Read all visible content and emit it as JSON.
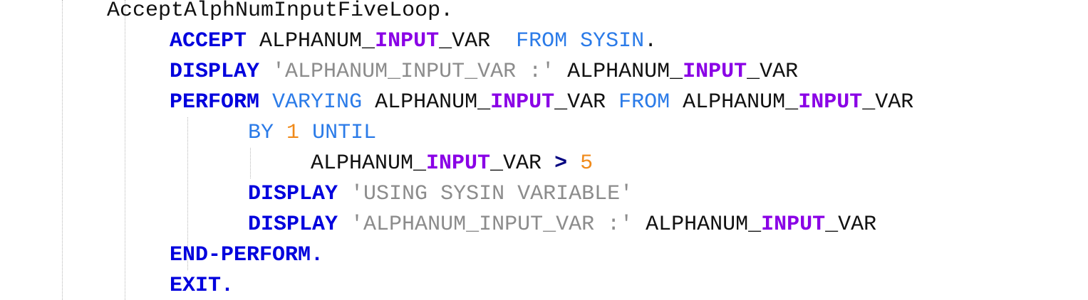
{
  "code_editor": {
    "language": "COBOL",
    "colors": {
      "keyword": "#0000dd",
      "secondary_keyword": "#2b7be8",
      "identifier": "#111111",
      "search_highlight": "#8a00e6",
      "string": "#8c8c8c",
      "number": "#f08a1a",
      "operator": "#000080",
      "indent_guide": "#b8b8b8"
    },
    "lines": [
      {
        "tokens": [
          {
            "text": "AcceptAlphNumInputFiveLoop.",
            "type": "ident"
          }
        ]
      },
      {
        "tokens": [
          {
            "text": "ACCEPT",
            "type": "kw"
          },
          {
            "text": " ALPHANUM_",
            "type": "ident"
          },
          {
            "text": "INPUT",
            "type": "hl"
          },
          {
            "text": "_VAR  ",
            "type": "ident"
          },
          {
            "text": "FROM SYSIN",
            "type": "kw2"
          },
          {
            "text": ".",
            "type": "ident"
          }
        ]
      },
      {
        "tokens": [
          {
            "text": "DISPLAY",
            "type": "kw"
          },
          {
            "text": " ",
            "type": "ident"
          },
          {
            "text": "'ALPHANUM_INPUT_VAR :'",
            "type": "str"
          },
          {
            "text": " ALPHANUM_",
            "type": "ident"
          },
          {
            "text": "INPUT",
            "type": "hl"
          },
          {
            "text": "_VAR",
            "type": "ident"
          }
        ]
      },
      {
        "tokens": [
          {
            "text": "PERFORM",
            "type": "kw"
          },
          {
            "text": " ",
            "type": "ident"
          },
          {
            "text": "VARYING",
            "type": "kw2"
          },
          {
            "text": " ALPHANUM_",
            "type": "ident"
          },
          {
            "text": "INPUT",
            "type": "hl"
          },
          {
            "text": "_VAR ",
            "type": "ident"
          },
          {
            "text": "FROM",
            "type": "kw2"
          },
          {
            "text": " ALPHANUM_",
            "type": "ident"
          },
          {
            "text": "INPUT",
            "type": "hl"
          },
          {
            "text": "_VAR",
            "type": "ident"
          }
        ]
      },
      {
        "tokens": [
          {
            "text": "BY",
            "type": "kw2"
          },
          {
            "text": " ",
            "type": "ident"
          },
          {
            "text": "1",
            "type": "num"
          },
          {
            "text": " ",
            "type": "ident"
          },
          {
            "text": "UNTIL",
            "type": "kw2"
          }
        ]
      },
      {
        "tokens": [
          {
            "text": "ALPHANUM_",
            "type": "ident"
          },
          {
            "text": "INPUT",
            "type": "hl"
          },
          {
            "text": "_VAR ",
            "type": "ident"
          },
          {
            "text": ">",
            "type": "op"
          },
          {
            "text": " ",
            "type": "ident"
          },
          {
            "text": "5",
            "type": "num"
          }
        ]
      },
      {
        "tokens": [
          {
            "text": "DISPLAY",
            "type": "kw"
          },
          {
            "text": " ",
            "type": "ident"
          },
          {
            "text": "'USING SYSIN VARIABLE'",
            "type": "str"
          }
        ]
      },
      {
        "tokens": [
          {
            "text": "DISPLAY",
            "type": "kw"
          },
          {
            "text": " ",
            "type": "ident"
          },
          {
            "text": "'ALPHANUM_INPUT_VAR :'",
            "type": "str"
          },
          {
            "text": " ALPHANUM_",
            "type": "ident"
          },
          {
            "text": "INPUT",
            "type": "hl"
          },
          {
            "text": "_VAR",
            "type": "ident"
          }
        ]
      },
      {
        "tokens": [
          {
            "text": "END-PERFORM.",
            "type": "kw"
          }
        ]
      },
      {
        "tokens": [
          {
            "text": "EXIT.",
            "type": "kw"
          }
        ]
      }
    ]
  }
}
